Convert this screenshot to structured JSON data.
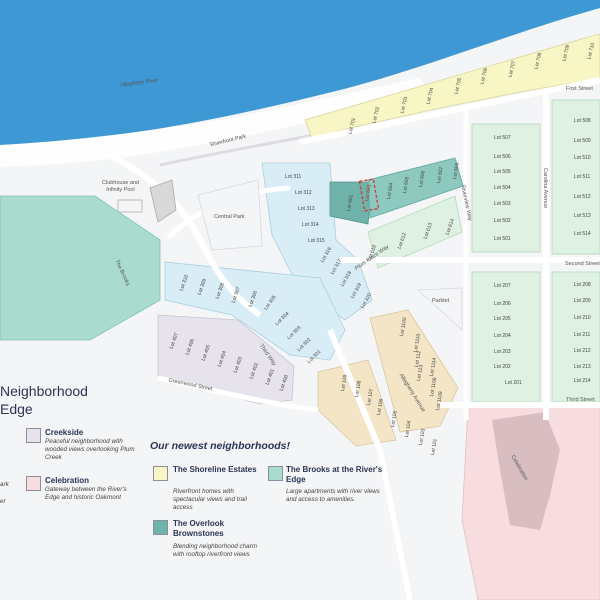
{
  "map": {
    "river": "Allegheny River",
    "riverfront_park": "Riverfront Park",
    "clubhouse_line1": "Clubhouse and",
    "clubhouse_line2": "Infinity Pool",
    "central_park": "Central Park",
    "parklet": "Parklet",
    "the_brooks": "The Brooks",
    "greenwood_street": "Greenwood Street",
    "third_way": "Third Way",
    "plum_place_way": "Plum Place Way",
    "riverview_way": "Riverview Way",
    "allegheny_avenue": "Allegheny Avenue",
    "carolina_avenue": "Carolina Avenue",
    "first_street": "First Street",
    "second_street": "Second Street",
    "third_street": "Third Street",
    "celebration_road": "Celebration"
  },
  "lots": {
    "shoreline": [
      "Lot 701",
      "Lot 702",
      "Lot 703",
      "Lot 704",
      "Lot 705",
      "Lot 706",
      "Lot 707",
      "Lot 708",
      "Lot 709",
      "Lot 710"
    ],
    "north_blue": [
      "Lot 311",
      "Lot 312",
      "Lot 313",
      "Lot 314",
      "Lot 315",
      "Lot 316",
      "Lot 317",
      "Lot 318",
      "Lot 319",
      "Lot 320"
    ],
    "south_blue": [
      "Lot 310",
      "Lot 309",
      "Lot 308",
      "Lot 307",
      "Lot 306",
      "Lot 305",
      "Lot 304",
      "Lot 303",
      "Lot 302",
      "Lot 301"
    ],
    "lilac": [
      "Lot 407",
      "Lot 406",
      "Lot 405",
      "Lot 404",
      "Lot 403",
      "Lot 402",
      "Lot 401",
      "Lot 400"
    ],
    "overlook": [
      "Lot 601",
      "Lot 603",
      "Lot 604",
      "Lot 605",
      "Lot 606",
      "Lot 607",
      "Lot 609"
    ],
    "riverview": [
      "Lot 610",
      "Lot 612",
      "Lot 613",
      "Lot 614"
    ],
    "east1": [
      "Lot 507",
      "Lot 506",
      "Lot 505",
      "Lot 504",
      "Lot 503",
      "Lot 502",
      "Lot 501"
    ],
    "east2": [
      "Lot 508",
      "Lot 509",
      "Lot 510",
      "Lot 511",
      "Lot 512",
      "Lot 513",
      "Lot 514"
    ],
    "east3": [
      "Lot 207",
      "Lot 206",
      "Lot 205",
      "Lot 204",
      "Lot 203",
      "Lot 202",
      "Lot 201"
    ],
    "east4": [
      "Lot 208",
      "Lot 209",
      "Lot 210",
      "Lot 211",
      "Lot 212",
      "Lot 213",
      "Lot 214"
    ],
    "beige_east": [
      "Lot 1100",
      "Lot 1110",
      "Lot 112",
      "Lot 113",
      "Lot 1114",
      "Lot 1108",
      "Lot 1109"
    ],
    "beige_west": [
      "Lot 109",
      "Lot 108",
      "Lot 107",
      "Lot 106",
      "Lot 105",
      "Lot 104",
      "Lot 103",
      "Lot 101"
    ]
  },
  "legend_left": {
    "title_line1": "Neighborhood",
    "title_line2": "Edge",
    "creekside": {
      "name": "Creekside",
      "desc": "Peaceful neighborhood with wooded views overlooking Plum Creek"
    },
    "celebration": {
      "name": "Celebration",
      "desc": "Gateway between the River's Edge and historic Oakmont"
    },
    "cropped_1": "ark",
    "cropped_2": "er"
  },
  "legend": {
    "title": "Our newest neighborhoods!",
    "shoreline": {
      "name": "The Shoreline Estates",
      "desc": "Riverfront homes with spectacular views and trail access"
    },
    "overlook": {
      "name": "The Overlook Brownstones",
      "desc": "Blending neighborhood charm with rooftop riverfront views"
    },
    "brooks": {
      "name": "The Brooks at the River's Edge",
      "desc": "Large apartments with river views and access to amenities."
    }
  }
}
